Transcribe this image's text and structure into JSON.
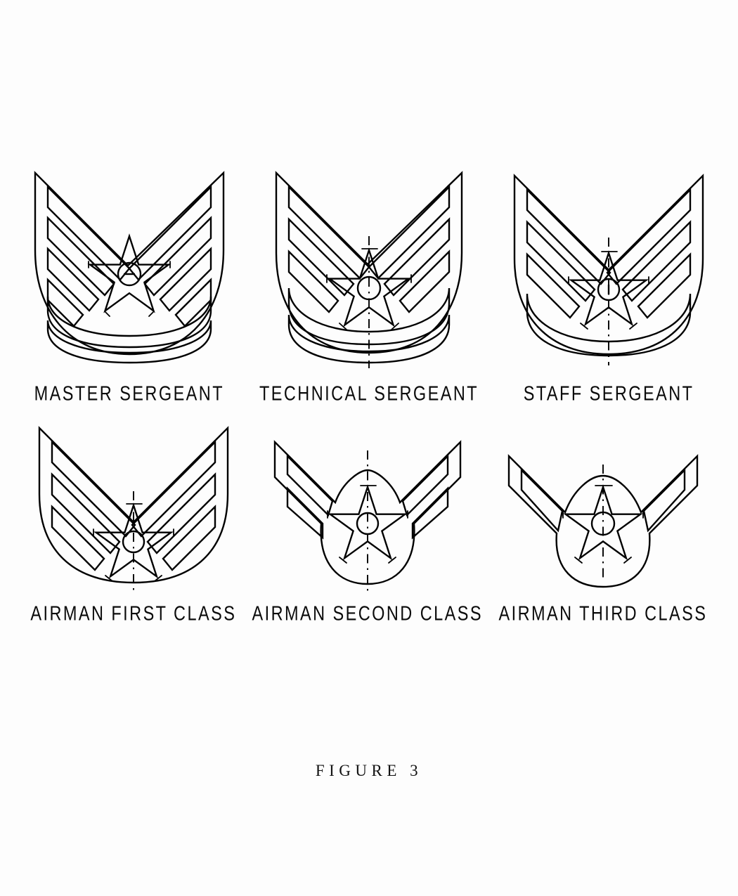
{
  "document": {
    "type": "patent-figure-sheet",
    "figure_caption": "FIGURE 3",
    "background_color": "#ffffff",
    "line_color": "#000000"
  },
  "insignia": [
    {
      "id": "master-sergeant",
      "label": "MASTER SERGEANT",
      "stripes": 6,
      "upper_chevrons": 4,
      "lower_arcs": 2,
      "row": 1,
      "column": 1,
      "center_device": "star-in-circle",
      "star_center_mark": "dash",
      "centerline": false
    },
    {
      "id": "technical-sergeant",
      "label": "TECHNICAL SERGEANT",
      "stripes": 5,
      "upper_chevrons": 3,
      "lower_arcs": 2,
      "row": 1,
      "column": 2,
      "center_device": "star-in-circle",
      "star_center_mark": "none",
      "centerline": true
    },
    {
      "id": "staff-sergeant",
      "label": "STAFF SERGEANT",
      "stripes": 4,
      "upper_chevrons": 3,
      "lower_arcs": 1,
      "row": 1,
      "column": 3,
      "center_device": "star-in-circle",
      "star_center_mark": "tick",
      "centerline": true
    },
    {
      "id": "airman-first-class",
      "label": "AIRMAN FIRST CLASS",
      "stripes": 3,
      "upper_chevrons": 3,
      "lower_arcs": 0,
      "row": 2,
      "column": 1,
      "center_device": "star-in-circle",
      "star_center_mark": "none",
      "centerline": true
    },
    {
      "id": "airman-second-class",
      "label": "AIRMAN SECOND CLASS",
      "stripes": 2,
      "upper_chevrons": 2,
      "lower_arcs": 0,
      "row": 2,
      "column": 2,
      "center_device": "star-in-circle",
      "star_center_mark": "none",
      "centerline": true
    },
    {
      "id": "airman-third-class",
      "label": "AIRMAN THIRD CLASS",
      "stripes": 1,
      "upper_chevrons": 1,
      "lower_arcs": 0,
      "row": 2,
      "column": 3,
      "center_device": "star-in-circle",
      "star_center_mark": "none",
      "centerline": true
    }
  ]
}
